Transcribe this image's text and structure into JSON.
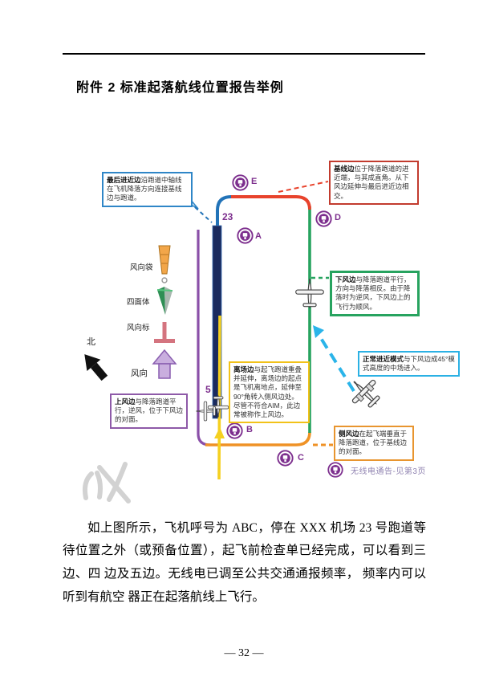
{
  "page": {
    "title": "附件 2 标准起落航线位置报告举例",
    "body_paragraph": "如上图所示，飞机呼号为 ABC，停在 XXX 机场 23 号跑道等待位置之外（或预备位置），起飞前检查单已经完成，可以看到三边、四 边及五边。无线电已调至公共交通通报频率， 频率内可以听到有航空 器正在起落航线上飞行。",
    "footer_page_number": "— 32 —"
  },
  "diagram": {
    "runway": {
      "number_top": "23",
      "number_bottom": "5"
    },
    "pattern_points": [
      {
        "label": "E"
      },
      {
        "label": "A"
      },
      {
        "label": "D"
      },
      {
        "label": "B"
      },
      {
        "label": "C"
      }
    ],
    "callouts": {
      "final_approach": {
        "lead": "最后进近边",
        "text": "沿跑道中轴线在飞机降落方向连接基线边与跑道。"
      },
      "base": {
        "lead": "基线边",
        "text": "位于降落跑道的进近端，与其成直角。从下风边延伸与最后进近边相交。"
      },
      "downwind": {
        "lead": "下风边",
        "text": "与降落跑道平行，方向与降落相反。由于降落时为逆风，下风边上的飞行为顺风。"
      },
      "entry45": {
        "lead": "正常进近模式",
        "text": "与下风边成45°模式高度的中场进入。"
      },
      "departure": {
        "lead": "离场边",
        "text": "与起飞跑道重叠并延伸，离场边的起点是飞机离地点，延伸至90°角转入侧风边处。尽管不符合AIM，此边常被称作上风边。"
      },
      "upwind": {
        "lead": "上风边",
        "text": "与降落跑道平行，逆风，位于下风边的对面。"
      },
      "crosswind": {
        "lead": "侧风边",
        "text": "在起飞端垂直于降落跑道，位于基线边的对面。"
      }
    },
    "legend": {
      "windsock_label": "风向袋",
      "tetrahedron_label": "四面体",
      "wind_tee_label": "风向标",
      "north_label": "北",
      "wind_direction_label": "风向"
    },
    "radio_note": "无线电通告-见第3页",
    "colors": {
      "final_approach_leg": "#2273b8",
      "base_leg": "#e8432c",
      "downwind_leg": "#27a35f",
      "crosswind_leg": "#ef9226",
      "departure_leg": "#f5d020",
      "upwind_leg": "#8a4fa8",
      "entry_45_arrow": "#2ab4e9",
      "runway_fill": "#1a2a5e",
      "point_label": "#7d2f8e"
    }
  }
}
